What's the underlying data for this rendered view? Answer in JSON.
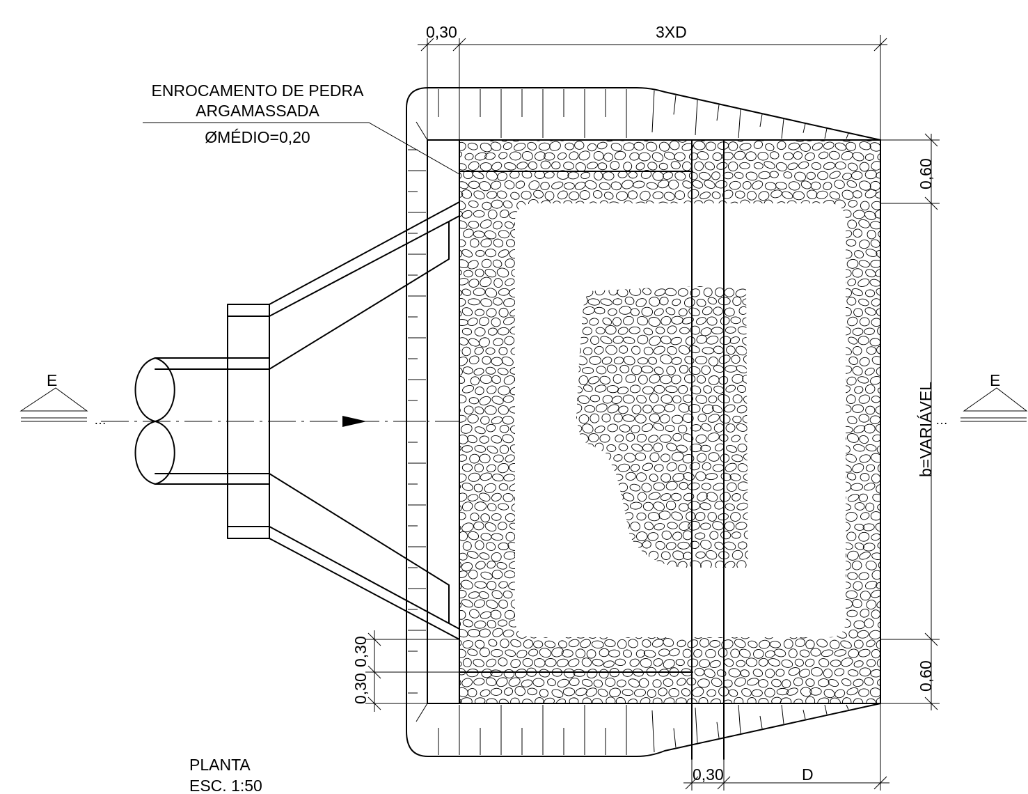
{
  "annotation": {
    "line1": "ENROCAMENTO DE PEDRA",
    "line2": "ARGAMASSADA",
    "line3": "ØMÉDIO=0,20"
  },
  "dimensions": {
    "top_wall": "0,30",
    "top_length": "3XD",
    "right_top": "0,60",
    "right_middle": "b=VARIÁVEL",
    "right_bottom": "0,60",
    "left_upper": "0,30",
    "left_lower": "0,30",
    "bottom_wall": "0,30",
    "bottom_length": "D"
  },
  "section_marks": {
    "left": "E",
    "right": "E"
  },
  "title": {
    "name": "PLANTA",
    "scale": "ESC. 1:50"
  }
}
